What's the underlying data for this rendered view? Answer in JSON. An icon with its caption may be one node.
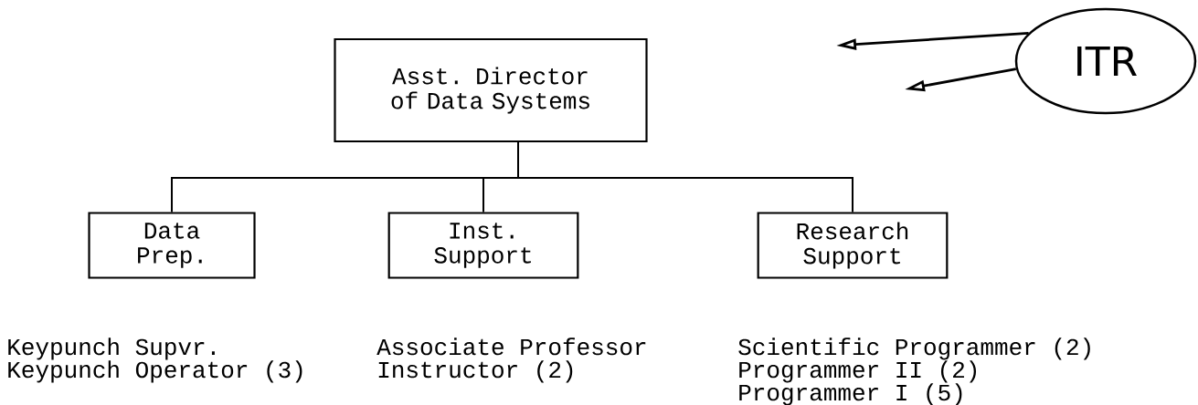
{
  "diagram": {
    "nodes": [
      {
        "text": [
          "Asst. Director of Data Systems"
        ]
      },
      {
        "text": [
          "Data Prep."
        ],
        "beside": [
          "Keypunch Supvr.",
          "Keypunch Operator (3)"
        ]
      },
      {
        "text": [
          "Inst. Support"
        ],
        "beside": [
          "Associate Professor",
          "Instructor (2)"
        ]
      },
      {
        "text": [
          "Research Support"
        ],
        "beside": [
          "Scientific Programmer (2)",
          "Programmer II (2)",
          "Programmer I (5)"
        ]
      },
      {
        "text": [
          "ITR"
        ]
      }
    ],
    "edges": [
      {
        "from": 0,
        "to": 1,
        "arrow": "none"
      },
      {
        "from": 0,
        "to": 2,
        "arrow": "none"
      },
      {
        "from": 0,
        "to": 3,
        "arrow": "none"
      },
      {
        "from": 4,
        "to": null,
        "arrow": "to"
      },
      {
        "from": 4,
        "to": null,
        "arrow": "to"
      }
    ]
  }
}
